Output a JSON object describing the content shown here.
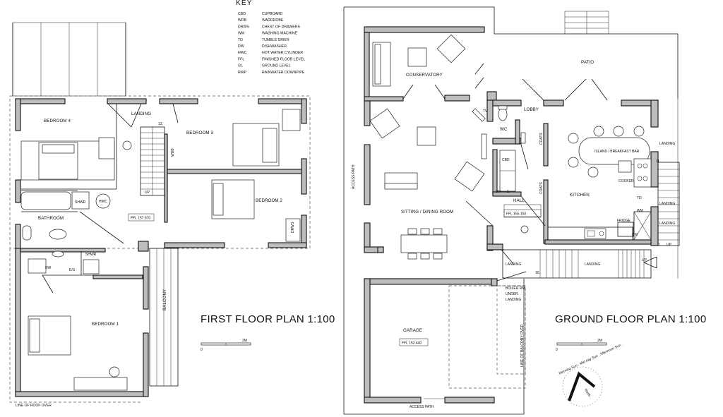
{
  "key": {
    "heading": "KEY",
    "items": [
      {
        "code": "CBD",
        "meaning": "CUPBOARD"
      },
      {
        "code": "WDB",
        "meaning": "WARDROBE"
      },
      {
        "code": "DRWS",
        "meaning": "CHEST OF DRAWERS"
      },
      {
        "code": "WM",
        "meaning": "WASHING MACHINE"
      },
      {
        "code": "TD",
        "meaning": "TUMBLE DRIER"
      },
      {
        "code": "DW",
        "meaning": "DISHWASHER"
      },
      {
        "code": "HWC",
        "meaning": "HOT WATER CYLINDER"
      },
      {
        "code": "FFL",
        "meaning": "FINISHED FLOOR LEVEL"
      },
      {
        "code": "GL",
        "meaning": "GROUND LEVEL"
      },
      {
        "code": "RWP",
        "meaning": "RAINWATER DOWNPIPE"
      }
    ]
  },
  "first_floor": {
    "title": "FIRST FLOOR PLAN 1:100",
    "rooms": {
      "bedroom4": "BEDROOM 4",
      "landing": "LANDING",
      "bedroom3": "BEDROOM 3",
      "bedroom2": "BEDROOM 2",
      "bathroom": "BATHROOM",
      "bedroom1": "BEDROOM 1",
      "balcony": "BALCONY"
    },
    "labels": {
      "shwr": "SHWR",
      "hwc": "HWC",
      "shwr2": "SHWR",
      "es": "E/S",
      "rw": "RW",
      "wdb": "WDB",
      "drws": "DRWS",
      "up": "UP",
      "stair_count": "12.",
      "ffl": "FFL 157.670",
      "roof_line": "LINE OF ROOF OVER"
    },
    "scale": {
      "zero": "0",
      "max": "2M"
    }
  },
  "ground_floor": {
    "title": "GROUND FLOOR PLAN 1:100",
    "rooms": {
      "conservatory": "CONSERVATORY",
      "patio": "PATIO",
      "lobby": "LOBBY",
      "wc": "WC",
      "sitting": "SITTING / DINING ROOM",
      "hall": "HALL",
      "kitchen": "KITCHEN",
      "island": "ISLAND / BREAKFAST BAR",
      "garage": "GARAGE"
    },
    "labels": {
      "tv": "TV",
      "cbd": "CBD",
      "coats1": "COATS",
      "coats2": "COATS",
      "cooker": "COOKER",
      "fridge": "FRIDGE",
      "td": "TD",
      "wm": "WM",
      "dw": "DW",
      "ffl_hall": "FFL 155.150",
      "ffl_garage": "FFL 153.440",
      "landing1": "LANDING",
      "landing2": "LANDING",
      "landing3": "LANDING",
      "landing4": "LANDING",
      "landing5": "LANDING",
      "access_path_side": "ACCESS PATH",
      "access_path_bottom": "ACCESS PATH",
      "boiler": [
        "BOILER RM",
        "UNDER",
        "LANDING"
      ],
      "balcony_over": "LINE OF BALCONY OVER",
      "up1": "UP",
      "up2": "UP",
      "up3": "UP",
      "n10": "10.",
      "n11": "11",
      "n1a": "1.",
      "n1b": "1."
    },
    "scale": {
      "zero": "0",
      "max": "2M"
    },
    "compass": {
      "north": "North",
      "dial": ". Morning Sun . Mid day Sun . Afternoon Sun ."
    }
  }
}
